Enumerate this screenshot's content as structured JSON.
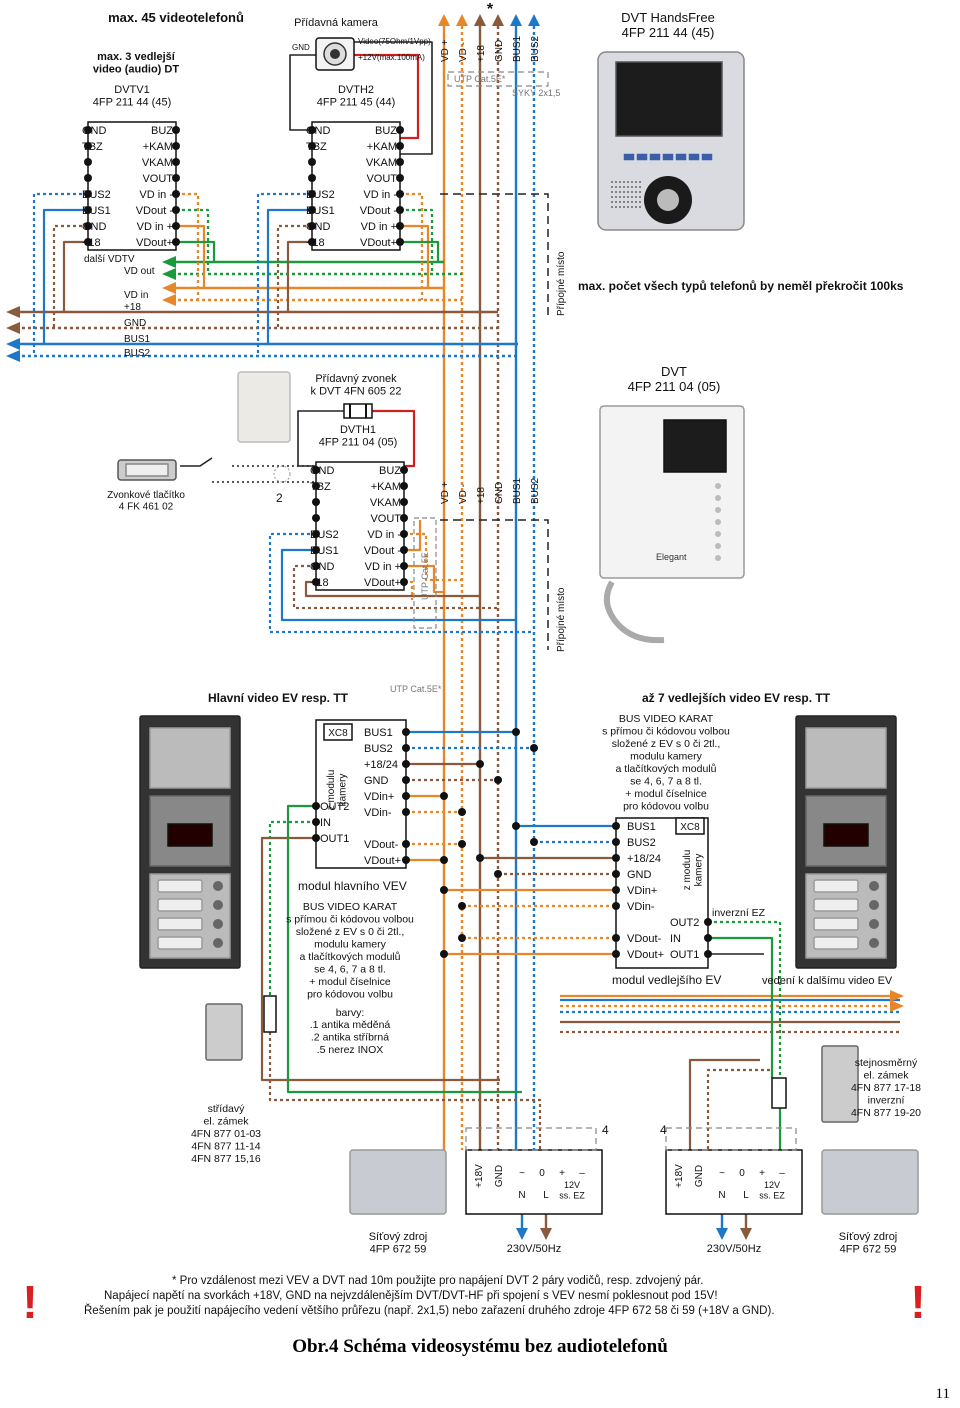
{
  "colors": {
    "wire_blue": "#1e78c8",
    "wire_brown": "#8b5a3c",
    "wire_orange": "#e8862a",
    "wire_green": "#1a9a3a",
    "wire_red": "#d02020",
    "wire_dark": "#222222",
    "grey": "#888888"
  },
  "top": {
    "title": "max. 45 videotelefonů",
    "sub": "max. 3 vedlejší\nvideo (audio) DT",
    "camera_label": "Přídavná kamera",
    "camera_gnd": "GND",
    "camera_video": "Video(75Ohm/1Vpp)",
    "camera_power": "+12V(max.100mA)",
    "star": "*",
    "bus_labels": [
      "VD +",
      "VD -",
      "+18",
      "GND",
      "BUS1",
      "BUS2"
    ],
    "utp": "UTP Cat.5E*",
    "syky": "SYKY 2x1,5",
    "dvt_hf_title": "DVT HandsFree\n4FP 211 44 (45)",
    "max_note": "max. počet všech typů telefonů by neměl překročit 100ks",
    "junction": "Přípojné místo"
  },
  "dvtv1": {
    "title": "DVTV1\n4FP 211 44 (45)",
    "left": [
      "GND",
      "TBZ",
      "",
      "",
      "BUS2",
      "BUS1",
      "GND",
      "+18"
    ],
    "right": [
      "BUZ",
      "+KAM",
      "VKAM",
      "VOUT",
      "VD in -",
      "VDout -",
      "VD in +",
      "VDout+"
    ]
  },
  "dvth2": {
    "title": "DVTH2\n4FP 211 45 (44)",
    "left": [
      "GND",
      "TBZ",
      "",
      "",
      "BUS2",
      "BUS1",
      "GND",
      "+18"
    ],
    "right": [
      "BUZ",
      "+KAM",
      "VKAM",
      "VOUT",
      "VD in -",
      "VDout -",
      "VD in +",
      "VDout+"
    ]
  },
  "left_bus": {
    "dalsi": "další VDTV",
    "vdout": "VD out",
    "vdin": "VD in",
    "labels": [
      "+18",
      "GND",
      "BUS1",
      "BUS2"
    ]
  },
  "mid": {
    "bell_title": "Přídavný zvonek\nk DVT 4FN 605 22",
    "button_label": "Zvonkové tlačítko\n4 FK 461 02",
    "num2": "2",
    "dvth1": {
      "title": "DVTH1\n4FP 211 04 (05)",
      "left": [
        "GND",
        "TBZ",
        "",
        "",
        "BUS2",
        "BUS1",
        "GND",
        "+18"
      ],
      "right": [
        "BUZ",
        "+KAM",
        "VKAM",
        "VOUT",
        "VD in -",
        "VDout -",
        "VD in +",
        "VDout+"
      ]
    },
    "bus_labels": [
      "VD +",
      "VD -",
      "+18",
      "GND",
      "BUS1",
      "BUS2"
    ],
    "utp": "UTP Cat.5E",
    "dvt_title": "DVT\n4FP 211 04 (05)",
    "dvt_brand": "Elegant",
    "junction": "Přípojné místo"
  },
  "bottom": {
    "main_title": "Hlavní video EV resp. TT",
    "utp": "UTP Cat.5E*",
    "side_title": "až 7 vedlejších video EV resp. TT",
    "main_module": {
      "xc": "XC8",
      "cam": "z modulu\nkamery",
      "right": [
        "BUS1",
        "BUS2",
        "+18/24",
        "GND",
        "VDin+",
        "VDin-",
        "VDout-",
        "VDout+"
      ],
      "left": [
        "OUT2",
        "IN",
        "OUT1"
      ],
      "name": "modul hlavního VEV"
    },
    "main_desc": "BUS VIDEO KARAT\ns přímou či kódovou volbou\nsložené z EV s 0 či 2tl.,\nmodulu kamery\na tlačítkových modulů\nse 4, 6, 7 a 8 tl.\n+ modul číselnice\npro kódovou volbu",
    "colors_title": "barvy:",
    "colors_list": ".1 antika měděná\n.2 antika stříbrná\n.5 nerez INOX",
    "side_desc": "BUS VIDEO KARAT\ns přímou či kódovou volbou\nsložené z EV s 0 či 2tl.,\nmodulu kamery\na tlačítkových modulů\nse 4, 6, 7 a 8 tl.\n+ modul číselnice\npro kódovou volbu",
    "side_module": {
      "xc": "XC8",
      "cam": "z modulu\nkamery",
      "left": [
        "BUS1",
        "BUS2",
        "+18/24",
        "GND",
        "VDin+",
        "VDin-",
        "VDout-",
        "VDout+"
      ],
      "right": [
        "OUT2",
        "IN",
        "OUT1"
      ],
      "name": "modul vedlejšího EV"
    },
    "inverzni": "inverzní EZ",
    "vedeni": "vedení k dalšímu video EV",
    "lock_left": "střídavý\nel. zámek\n4FN 877 01-03\n4FN 877 11-14\n4FN 877 15,16",
    "lock_right": "stejnosměrný\nel. zámek\n4FN 877 17-18\ninverzní\n4FN 877 19-20",
    "num4": "4",
    "psu_terms": [
      "+18V",
      "GND",
      "~",
      "0",
      "+",
      "–"
    ],
    "psu_sub": [
      "N",
      "L",
      "12V\nss. EZ"
    ],
    "psu_label": "Síťový zdroj\n4FP 672 59",
    "mains": "230V/50Hz"
  },
  "footer": {
    "excl": "!",
    "line1": "*  Pro vzdálenost mezi VEV a DVT nad 10m použijte pro napájení DVT 2 páry vodičů, resp. zdvojený pár.",
    "line2": "Napájecí napětí na svorkách +18V, GND na nejvzdálenějším DVT/DVT-HF při spojení s VEV nesmí poklesnout pod 15V!",
    "line3": "Řešením pak je použití napájecího vedení většího průřezu (např. 2x1,5) nebo zařazení druhého zdroje 4FP 672 58 či 59 (+18V a GND)."
  },
  "caption": "Obr.4 Schéma videosystému bez audiotelefonů",
  "page_number": "11"
}
